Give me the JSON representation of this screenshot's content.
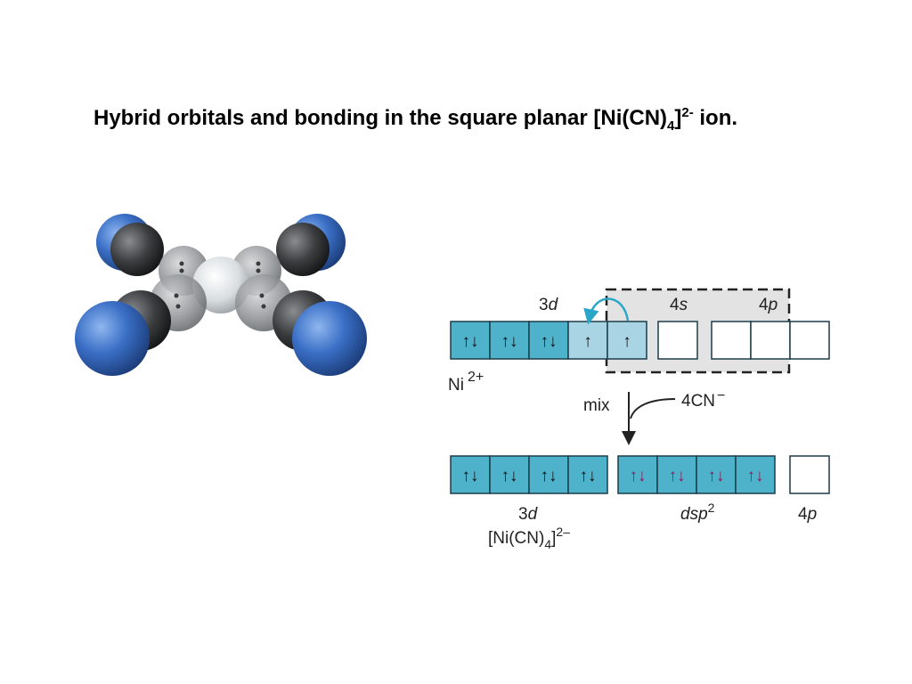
{
  "title": {
    "main": "Hybrid orbitals and bonding in the square planar [Ni(CN)",
    "sub": "4",
    "close": "]",
    "sup": "2-",
    "tail": " ion."
  },
  "top_row": {
    "label_3d_prefix": "3",
    "label_3d_italic": "d",
    "label_4s_prefix": "4",
    "label_4s_italic": "s",
    "label_4p_prefix": "4",
    "label_4p_italic": "p",
    "ion_name": "Ni",
    "ion_charge": "2+",
    "boxes": [
      "↑↓",
      "↑↓",
      "↑↓",
      "↑",
      "↑",
      "",
      "",
      "",
      ""
    ]
  },
  "mix": {
    "mix_label": "mix",
    "ligand_label": "4CN",
    "ligand_charge": "−"
  },
  "bottom_row": {
    "d_boxes": [
      "↑↓",
      "↑↓",
      "↑↓",
      "↑↓"
    ],
    "hybrid_boxes": [
      "↑↓",
      "↑↓",
      "↑↓",
      "↑↓"
    ],
    "p_boxes": [
      ""
    ],
    "label_3d_prefix": "3",
    "label_3d_italic": "d",
    "label_dsp_italic": "dsp",
    "label_dsp_sup": "2",
    "label_4p_prefix": "4",
    "label_4p_italic": "p",
    "complex_main": "[Ni(CN)",
    "complex_sub": "4",
    "complex_close": "]",
    "complex_charge": "2–"
  },
  "colors": {
    "box_fill": "#4fb2cb",
    "box_stroke": "#1d3c4a",
    "hybrid_arrow_up": "#8a1d55",
    "shaded_region": "#e3e3e3",
    "promote_arrow": "#2aa6c8",
    "nitrogen": "#3a6fc6",
    "carbon": "#3b3d3f",
    "nickel": "#d8dde0"
  }
}
